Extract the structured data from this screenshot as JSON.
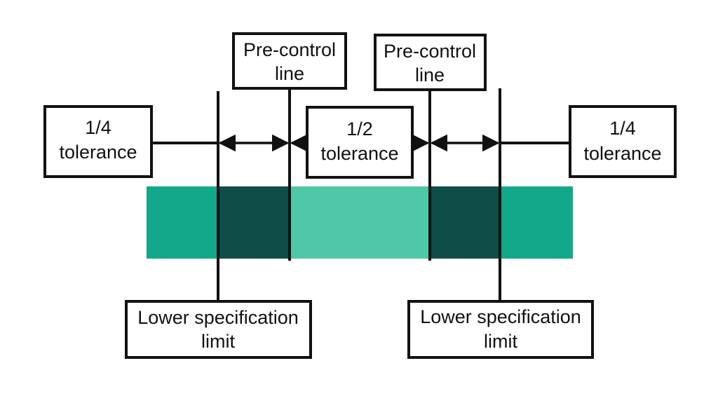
{
  "colors": {
    "band_outer": "#12a88a",
    "band_inner_dark": "#0f4d48",
    "band_center": "#4ec8a6",
    "stroke": "#111111"
  },
  "labels": {
    "left_quarter": [
      "1/4",
      "tolerance"
    ],
    "center_half": [
      "1/2",
      "tolerance"
    ],
    "right_quarter": [
      "1/4",
      "tolerance"
    ],
    "precontrol_left": [
      "Pre-control",
      "line"
    ],
    "precontrol_right": [
      "Pre-control",
      "line"
    ],
    "spec_left": [
      "Lower specification",
      "limit"
    ],
    "spec_right": [
      "Lower specification",
      "limit"
    ]
  }
}
